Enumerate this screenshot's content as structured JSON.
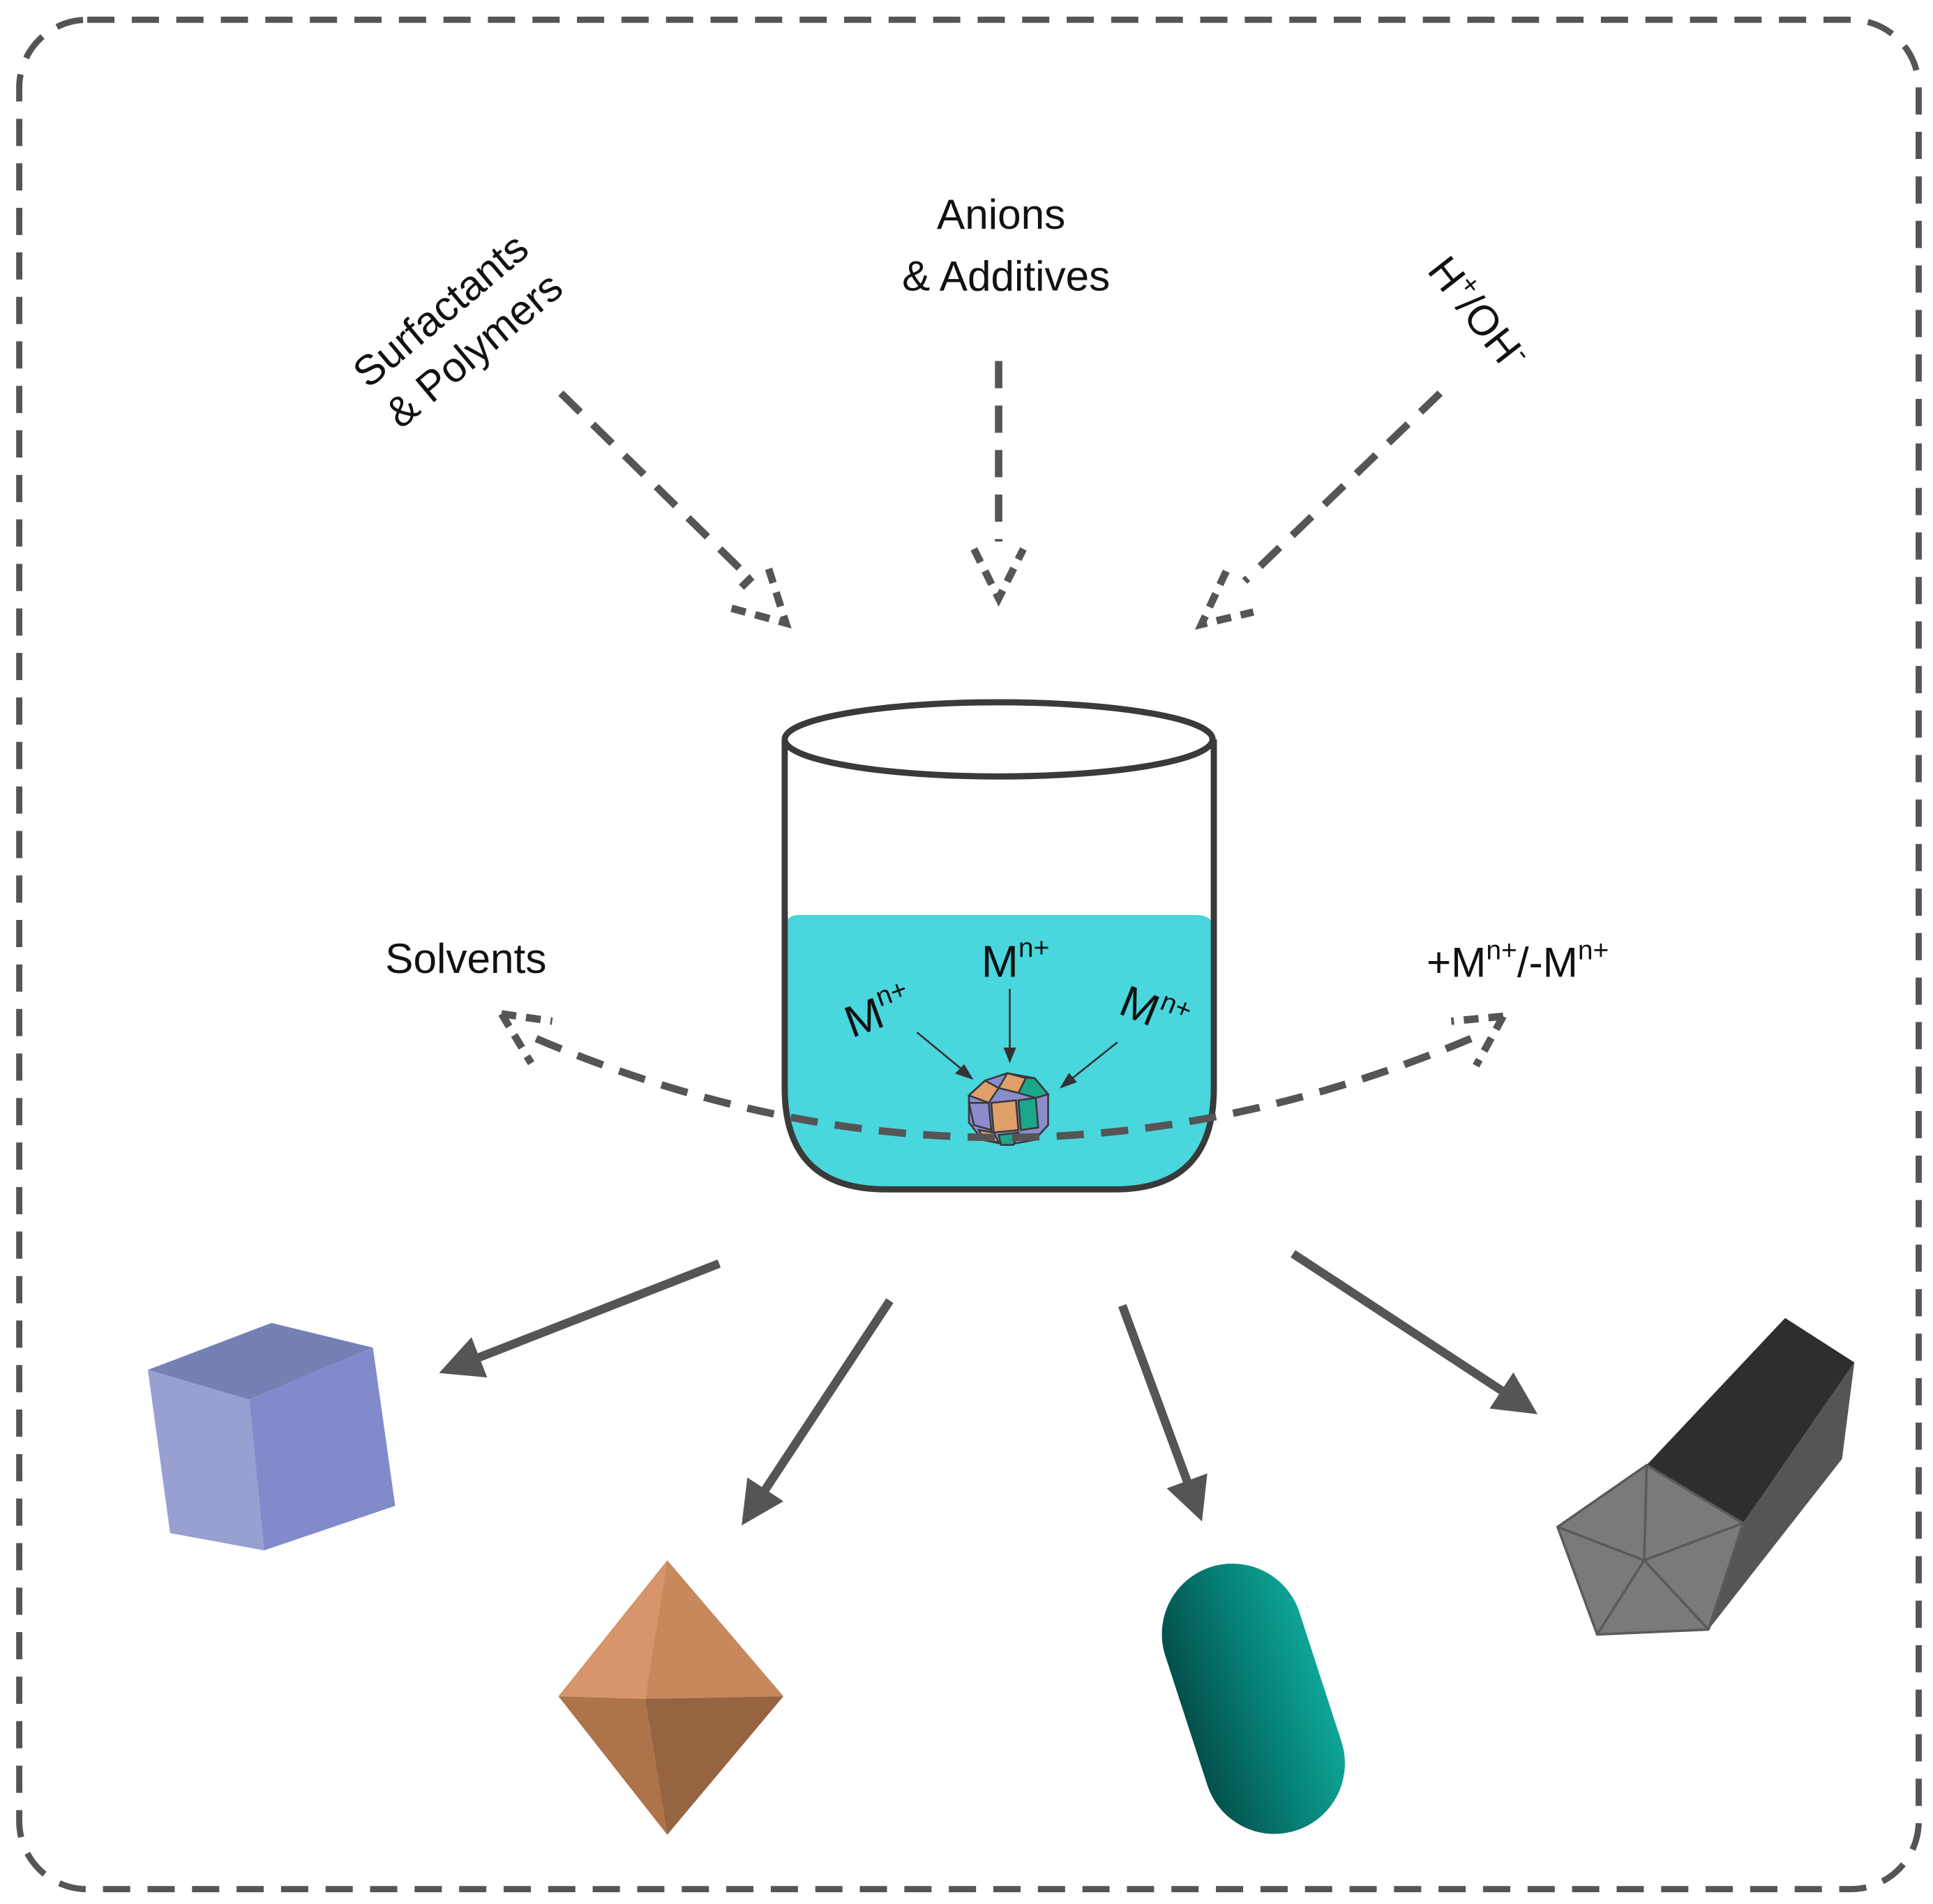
{
  "labels": {
    "surfactants_line1": "Surfactants",
    "surfactants_line2": "& Polymers",
    "anions_line1": "Anions",
    "anions_line2": "& Additives",
    "ph_h": "H",
    "ph_plus": "+",
    "ph_slash_oh": "/OH",
    "ph_minus": "-",
    "solvents": "Solvents",
    "metal_exchange_a": "+M",
    "metal_exchange_sup_a": "n+",
    "metal_exchange_b": "/-M",
    "metal_exchange_sup_b": "n+",
    "metal_ion": "M",
    "metal_ion_charge": "n+"
  },
  "colors": {
    "border": "#555555",
    "arrow": "#555555",
    "solution": "#49d6dd",
    "beaker_outline": "#3a3a3a",
    "cube": "#8890cc",
    "octahedron": "#c98a5c",
    "rod": "#0d8a80",
    "pentagonal_prism": "#6a6a6a"
  },
  "shapes": [
    "cube",
    "octahedron",
    "rod",
    "pentagonal-prism"
  ]
}
